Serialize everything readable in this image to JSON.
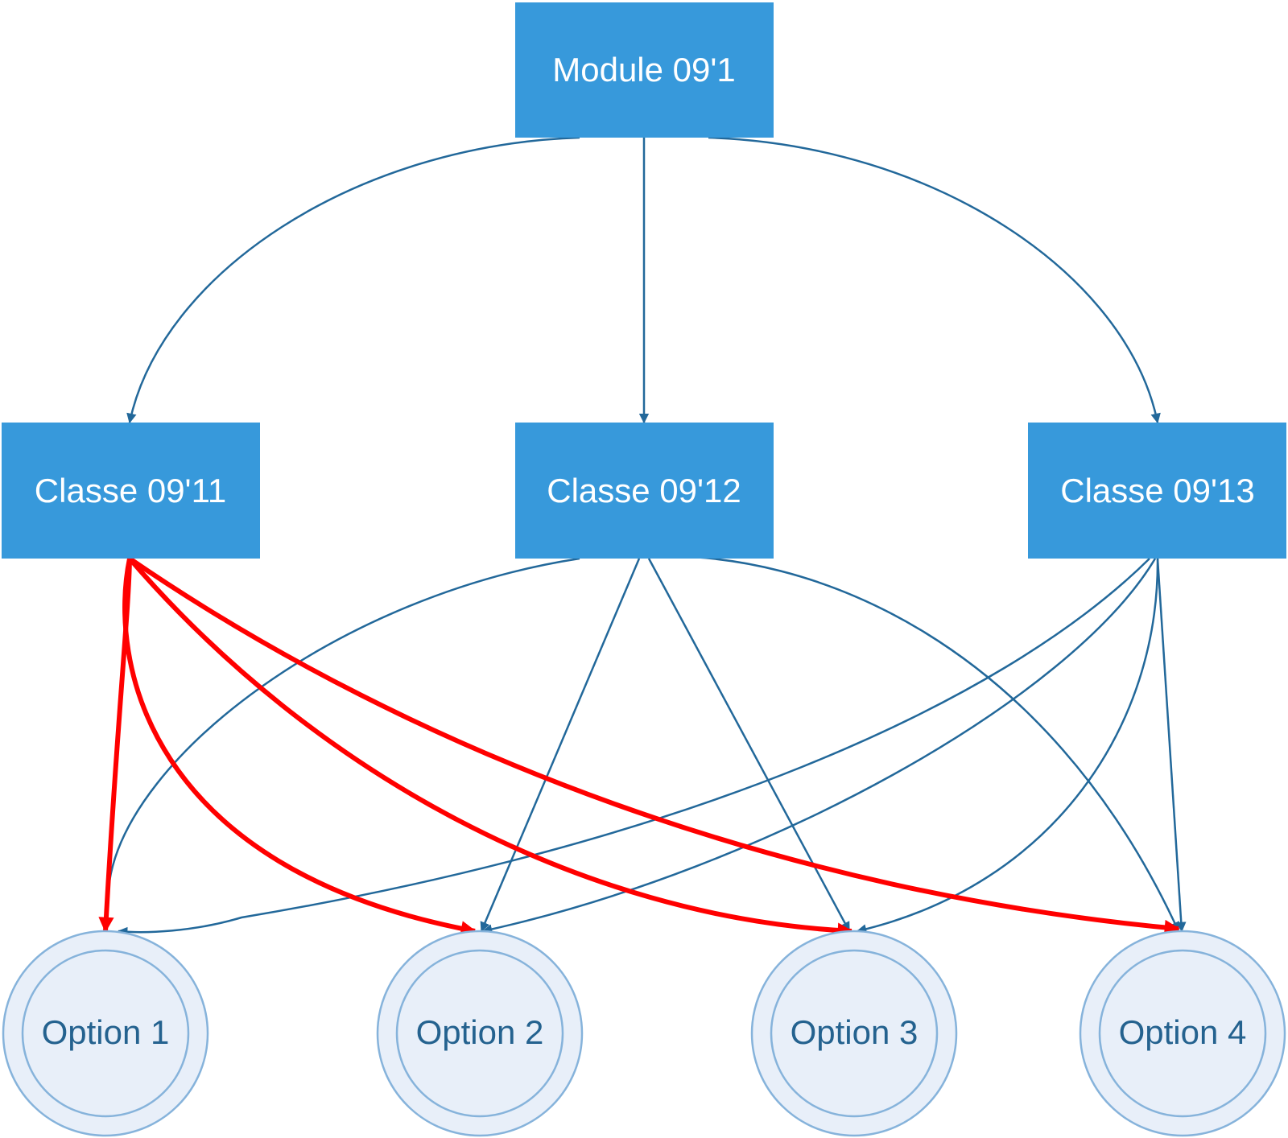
{
  "colors": {
    "box_fill": "#3799db",
    "box_text": "#ffffff",
    "circle_fill": "#e8eff9",
    "circle_stroke": "#86b3db",
    "circle_text": "#24628f",
    "edge_blue": "#22689a",
    "edge_red": "#ff0000"
  },
  "nodes": {
    "module": {
      "label": "Module 09'1"
    },
    "classe_11": {
      "label": "Classe 09'11"
    },
    "classe_12": {
      "label": "Classe 09'12"
    },
    "classe_13": {
      "label": "Classe 09'13"
    },
    "option_1": {
      "label": "Option 1"
    },
    "option_2": {
      "label": "Option 2"
    },
    "option_3": {
      "label": "Option 3"
    },
    "option_4": {
      "label": "Option 4"
    }
  },
  "edges": [
    {
      "from": "module",
      "to": "classe_11",
      "highlighted": false
    },
    {
      "from": "module",
      "to": "classe_12",
      "highlighted": false
    },
    {
      "from": "module",
      "to": "classe_13",
      "highlighted": false
    },
    {
      "from": "classe_11",
      "to": "option_1",
      "highlighted": true
    },
    {
      "from": "classe_11",
      "to": "option_2",
      "highlighted": true
    },
    {
      "from": "classe_11",
      "to": "option_3",
      "highlighted": true
    },
    {
      "from": "classe_11",
      "to": "option_4",
      "highlighted": true
    },
    {
      "from": "classe_12",
      "to": "option_1",
      "highlighted": false
    },
    {
      "from": "classe_12",
      "to": "option_2",
      "highlighted": false
    },
    {
      "from": "classe_12",
      "to": "option_3",
      "highlighted": false
    },
    {
      "from": "classe_12",
      "to": "option_4",
      "highlighted": false
    },
    {
      "from": "classe_13",
      "to": "option_1",
      "highlighted": false
    },
    {
      "from": "classe_13",
      "to": "option_2",
      "highlighted": false
    },
    {
      "from": "classe_13",
      "to": "option_3",
      "highlighted": false
    },
    {
      "from": "classe_13",
      "to": "option_4",
      "highlighted": false
    }
  ]
}
